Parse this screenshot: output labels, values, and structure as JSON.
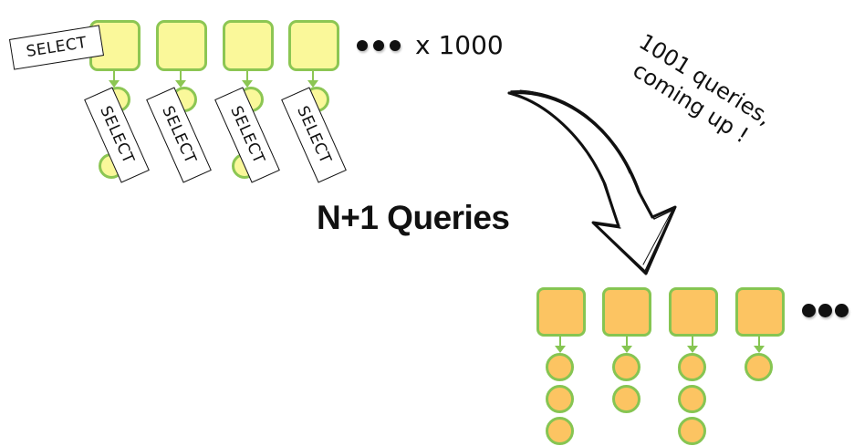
{
  "title": "N+1 Queries",
  "top_group": {
    "select_label": "SELECT",
    "parent_count": 4,
    "child_select_label": "SELECT",
    "ellipsis": "•••",
    "multiplier_label": "x 1000"
  },
  "annotation": {
    "line1": "1001 queries,",
    "line2": "coming up !"
  },
  "bottom_group": {
    "parents": [
      {
        "children": 3
      },
      {
        "children": 2
      },
      {
        "children": 3
      },
      {
        "children": 1
      }
    ],
    "ellipsis": "•••"
  },
  "colors": {
    "yellow_fill": "#faf89a",
    "orange_fill": "#fcc462",
    "green_border": "#8cc653",
    "ink": "#111111"
  }
}
